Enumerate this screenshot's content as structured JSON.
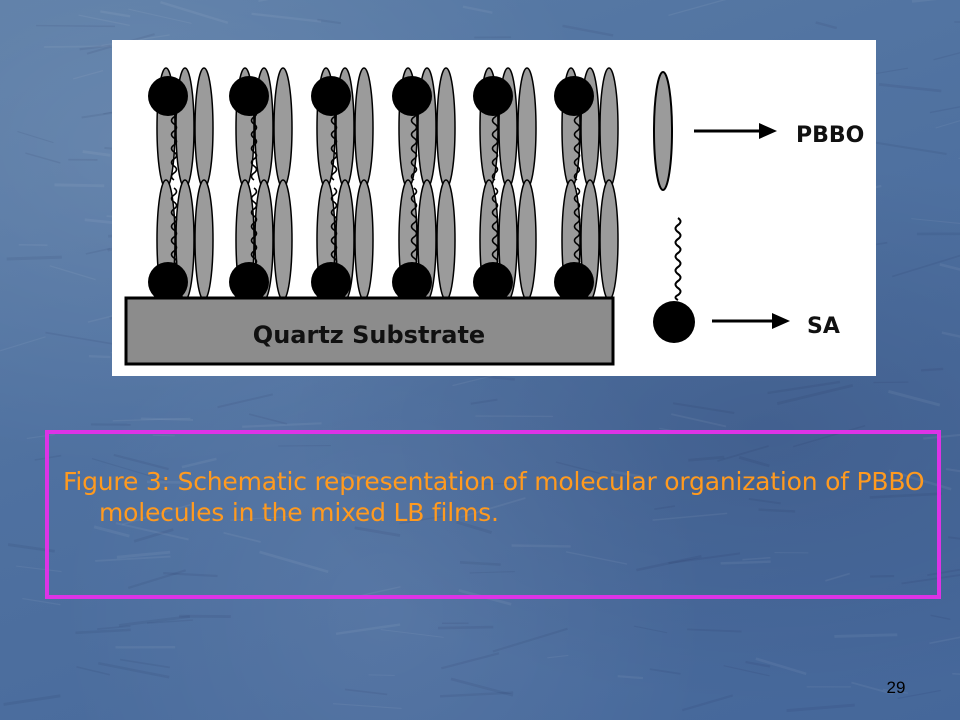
{
  "slide": {
    "figure": {
      "substrate_label": "Quartz Substrate",
      "legend": [
        {
          "label": "PBBO"
        },
        {
          "label": "SA"
        }
      ],
      "colors": {
        "ellipse_fill": "#9b9b9b",
        "substrate_fill": "#8c8c8c",
        "headgroup": "#000000"
      }
    },
    "caption": "Figure 3: Schematic representation of molecular organization of PBBO molecules in the mixed LB films.",
    "page_number": "29",
    "colors": {
      "caption_text": "#ff9a1f",
      "caption_border": "#dd33e6",
      "background": "#4d6f9a"
    }
  }
}
